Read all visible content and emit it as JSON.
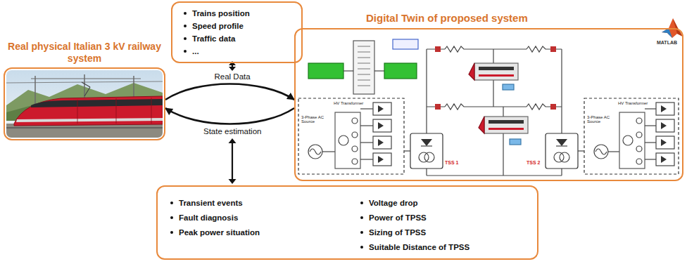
{
  "diagram": {
    "nodes": [
      {
        "text": [
          "Trains position",
          "Speed profile",
          "Traffic data",
          "..."
        ]
      },
      {
        "text": [
          "Real physical Italian 3 kV railway system"
        ]
      },
      {
        "text": [
          "Digital Twin of proposed system"
        ]
      },
      {
        "text": [
          "Transient events",
          "Fault diagnosis",
          "Peak power situation",
          "Voltage drop",
          "Power of TPSS",
          "Sizing of TPSS",
          "Suitable Distance of TPSS"
        ]
      }
    ],
    "edges": [
      {
        "from": 1,
        "to": 2,
        "arrow": "to",
        "label": "Real Data"
      },
      {
        "from": 2,
        "to": 1,
        "arrow": "to",
        "label": "State estimation"
      }
    ],
    "labels": [
      "MATLAB",
      "TSS 1",
      "TSS 2",
      "3-Phase AC Source",
      "HV Transformer",
      "3-Phase AC Source",
      "HV Transformer"
    ]
  }
}
